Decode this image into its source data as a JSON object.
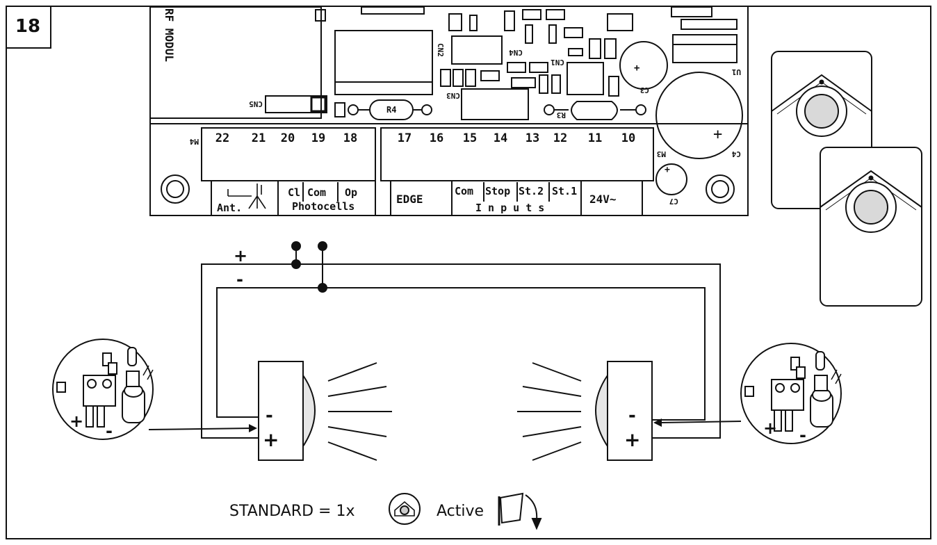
{
  "figure_number": "18",
  "board": {
    "rf_module_label": "RF MODUL",
    "cn5": "CN5",
    "cn2": "CN2",
    "cn4": "CN4",
    "cn1": "CN1",
    "cn3": "CN3",
    "r4": "R4",
    "r3": "R3",
    "c3": "C3",
    "u1": "U1",
    "c4": "C4",
    "c7": "C7",
    "m3": "M3",
    "m4": "M4",
    "terminals_left": [
      "22",
      "21",
      "20",
      "19",
      "18"
    ],
    "terminals_right": [
      "17",
      "16",
      "15",
      "14",
      "13",
      "12",
      "11",
      "10"
    ],
    "label_ant": "Ant.",
    "label_cl": "Cl",
    "label_com": "Com",
    "label_op": "Op",
    "label_photocells": "Photocells",
    "label_edge": "EDGE",
    "label_inputs_com": "Com",
    "label_stop": "Stop",
    "label_st2": "St.2",
    "label_st1": "St.1",
    "label_inputs": "I n p u t s",
    "label_24v": "24V~"
  },
  "wiring": {
    "plus_label": "+",
    "minus_label": "-"
  },
  "photocell_tx": {
    "minus": "-",
    "plus": "+"
  },
  "photocell_rx": {
    "minus": "-",
    "plus": "+"
  },
  "detail_left": {
    "plus": "+",
    "minus": "-"
  },
  "detail_right": {
    "plus": "+",
    "minus": "-"
  },
  "caption": {
    "standard": "STANDARD = 1x",
    "active": "Active"
  }
}
